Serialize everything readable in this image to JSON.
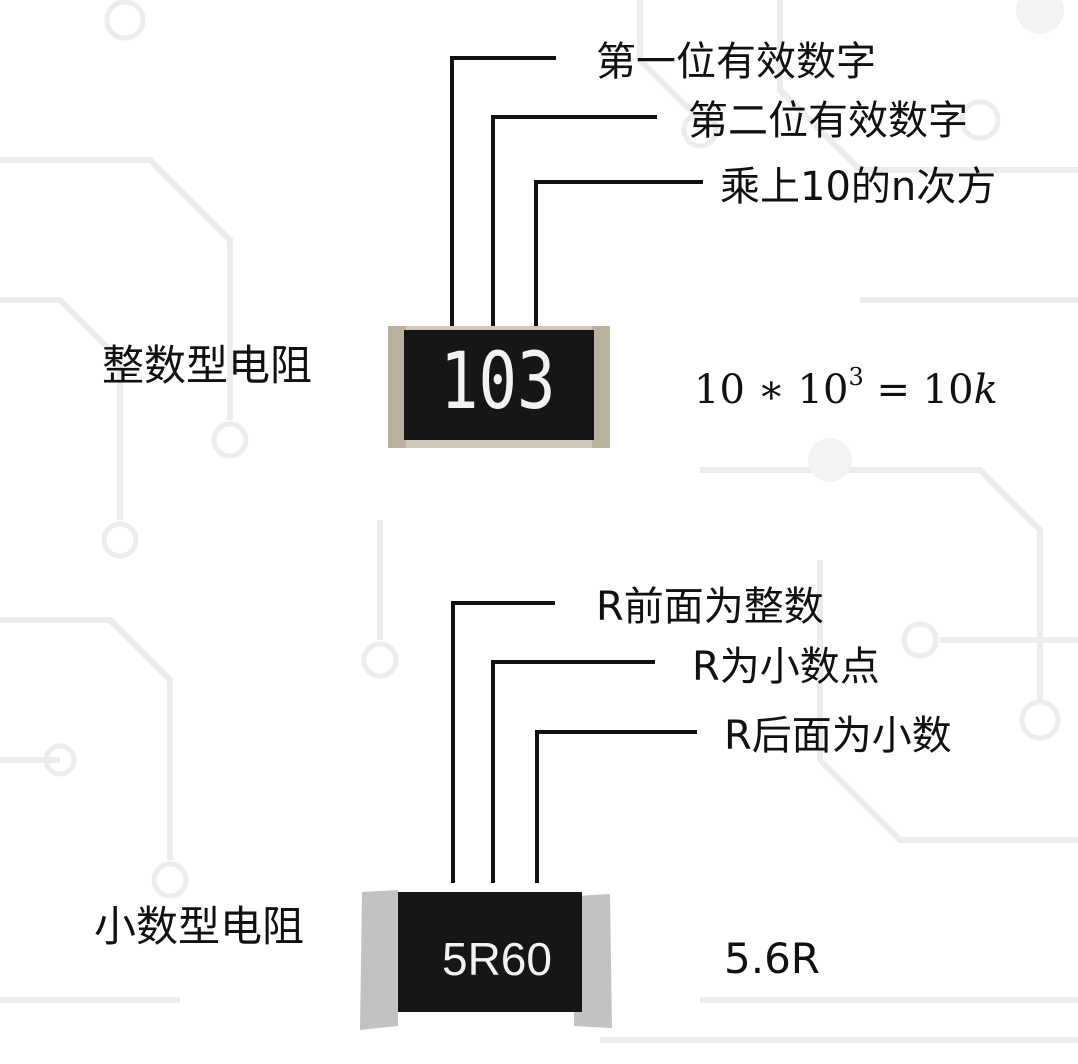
{
  "colors": {
    "background": "#ffffff",
    "pattern": "#ececec",
    "chip_body": "#161616",
    "chip_marking": "#f2f2f2",
    "end_cap_top": "#cfc8bb",
    "end_cap_bottom": "#c2c2c2",
    "leader_line": "#111111"
  },
  "integer_type": {
    "side_label": "整数型电阻",
    "chip_code": "103",
    "leaders": [
      "第一位有效数字",
      "第二位有效数字",
      "乘上10的n次方"
    ],
    "formula": {
      "mantissa": "10",
      "op_mul": "∗",
      "base": "10",
      "exponent": "3",
      "op_eq": "=",
      "result_num": "10",
      "result_unit": "k"
    }
  },
  "decimal_type": {
    "side_label": "小数型电阻",
    "chip_code": "5R60",
    "leaders": [
      "R前面为整数",
      "R为小数点",
      "R后面为小数"
    ],
    "value": "5.6R"
  }
}
